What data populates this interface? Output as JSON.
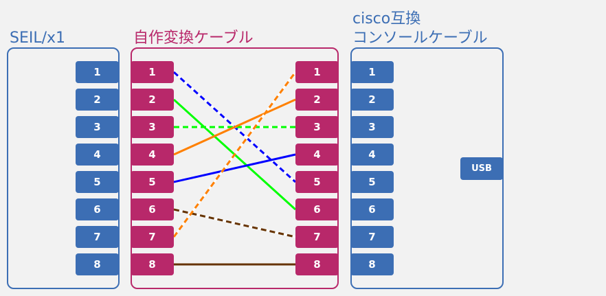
{
  "titles": {
    "left": "SEIL/x1",
    "middle": "自作変換ケーブル",
    "right_line1": "cisco互換",
    "right_line2": "コンソールケーブル"
  },
  "pins": [
    "1",
    "2",
    "3",
    "4",
    "5",
    "6",
    "7",
    "8"
  ],
  "usb_label": "USB",
  "colors": {
    "panel_blue": "#3c6eb4",
    "panel_magenta": "#b8286a",
    "background": "#f2f2f2"
  },
  "wiring": [
    {
      "from": "1",
      "to": "5",
      "color": "#0000ff",
      "style": "dashed"
    },
    {
      "from": "2",
      "to": "6",
      "color": "#00ff00",
      "style": "solid"
    },
    {
      "from": "3",
      "to": "3",
      "color": "#00ff00",
      "style": "dashed"
    },
    {
      "from": "4",
      "to": "2",
      "color": "#ff8000",
      "style": "solid"
    },
    {
      "from": "5",
      "to": "4",
      "color": "#0000ff",
      "style": "solid"
    },
    {
      "from": "6",
      "to": "7",
      "color": "#663300",
      "style": "dashed"
    },
    {
      "from": "7",
      "to": "1",
      "color": "#ff8000",
      "style": "dashed"
    },
    {
      "from": "8",
      "to": "8",
      "color": "#663300",
      "style": "solid"
    }
  ]
}
